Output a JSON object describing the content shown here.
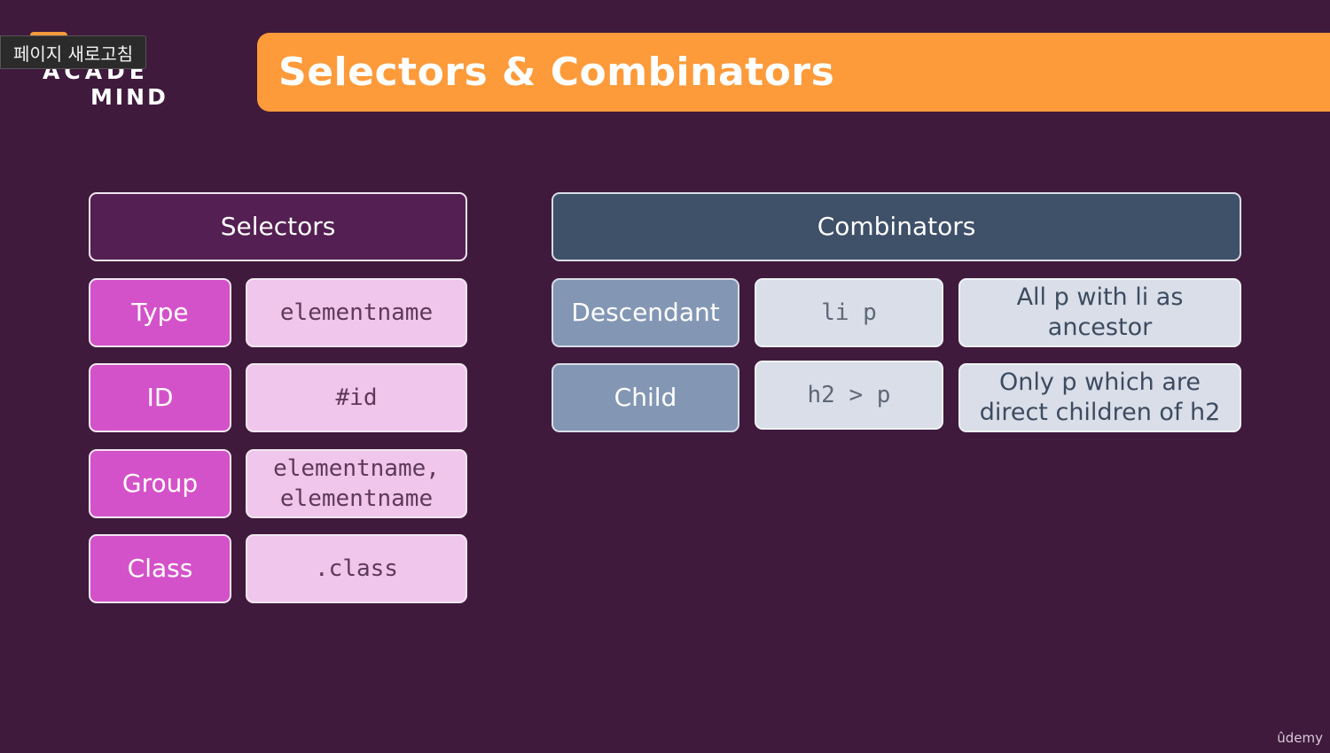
{
  "overlay": {
    "tooltip": "페이지 새로고침"
  },
  "logo": {
    "line1": "ACADE",
    "line2": "MIND"
  },
  "slide": {
    "title": "Selectors & Combinators",
    "selectors": {
      "heading": "Selectors",
      "rows": [
        {
          "label": "Type",
          "value": "elementname"
        },
        {
          "label": "ID",
          "value": "#id"
        },
        {
          "label": "Group",
          "value": "elementname,\nelementname"
        },
        {
          "label": "Class",
          "value": ".class"
        }
      ]
    },
    "combinators": {
      "heading": "Combinators",
      "rows": [
        {
          "label": "Descendant",
          "example": "li p",
          "description": "All p with li as ancestor"
        },
        {
          "label": "Child",
          "example": "h2 > p",
          "description": "Only p which are direct children of h2"
        }
      ]
    }
  },
  "watermark": "ûdemy",
  "colors": {
    "background": "#3f1a3d",
    "banner": "#fd9a3a",
    "selector_heading": "#541f52",
    "selector_label": "#d452c9",
    "selector_value": "#f0c6ec",
    "combinator_heading": "#3f5069",
    "combinator_label": "#8397b4",
    "combinator_value": "#d9dee8"
  }
}
